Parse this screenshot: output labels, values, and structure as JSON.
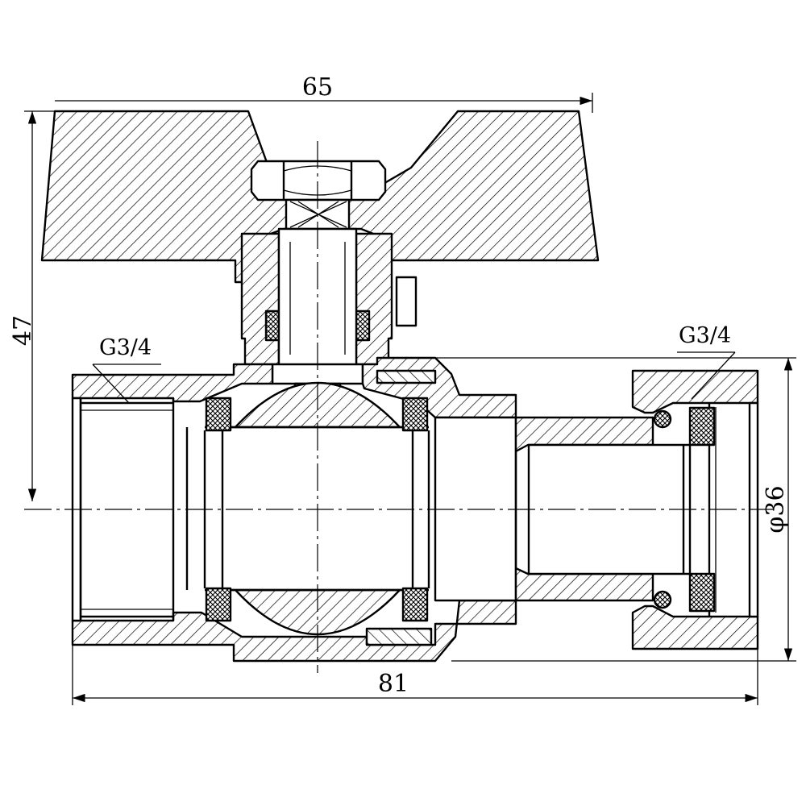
{
  "dimensions": {
    "width_top": "65",
    "height_left": "47",
    "length_bottom": "81",
    "diameter_right": "φ36"
  },
  "thread_labels": {
    "left": "G3/4",
    "right": "G3/4"
  },
  "colors": {
    "line": "#000000",
    "background": "#ffffff"
  }
}
